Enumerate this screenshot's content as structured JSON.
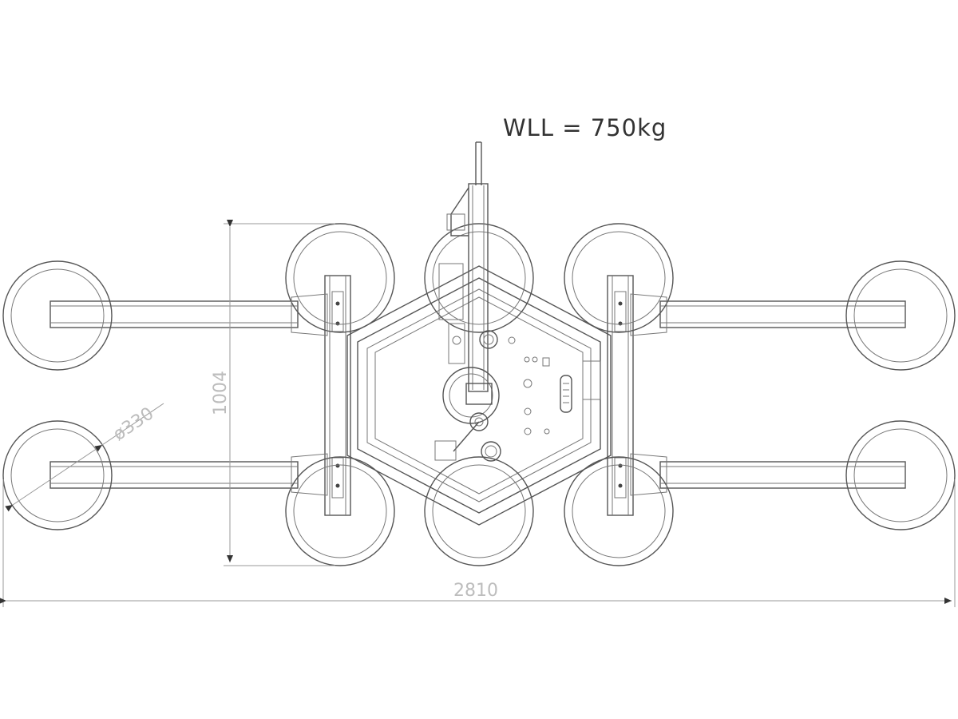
{
  "drawing": {
    "wll_label": "WLL = 750kg",
    "dim_width": "2810",
    "dim_height": "1004",
    "dim_diameter": "ø330"
  },
  "colors": {
    "line": "#555555",
    "dimension_text": "#bdbdbd",
    "background": "#ffffff"
  }
}
